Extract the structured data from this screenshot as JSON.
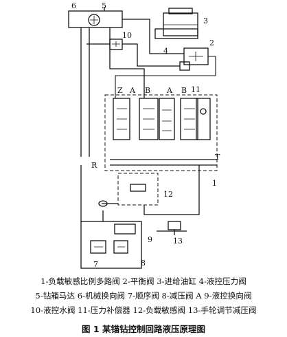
{
  "diagram": {
    "callouts": [
      "1",
      "2",
      "3",
      "4",
      "5",
      "6",
      "7",
      "8",
      "9",
      "10",
      "11",
      "12",
      "13"
    ],
    "port_labels": {
      "z": "Z",
      "a_left": "A",
      "b_left": "B",
      "a_right": "A",
      "b_right": "B",
      "t": "T",
      "r": "R"
    }
  },
  "legend": {
    "line1": "1-负载敏感比例多路阀  2-平衡阀  3-进给油缸  4-液控压力阀",
    "line2": "5-钻箱马达  6-机械换向阀  7-顺序阀  8-减压阀 A  9-液控换向阀",
    "line3": "10-液控水阀  11-压力补偿器  12-负载敏感阀  13-手轮调节减压阀"
  },
  "figure_title": "图 1   某锚钻控制回路液压原理图"
}
